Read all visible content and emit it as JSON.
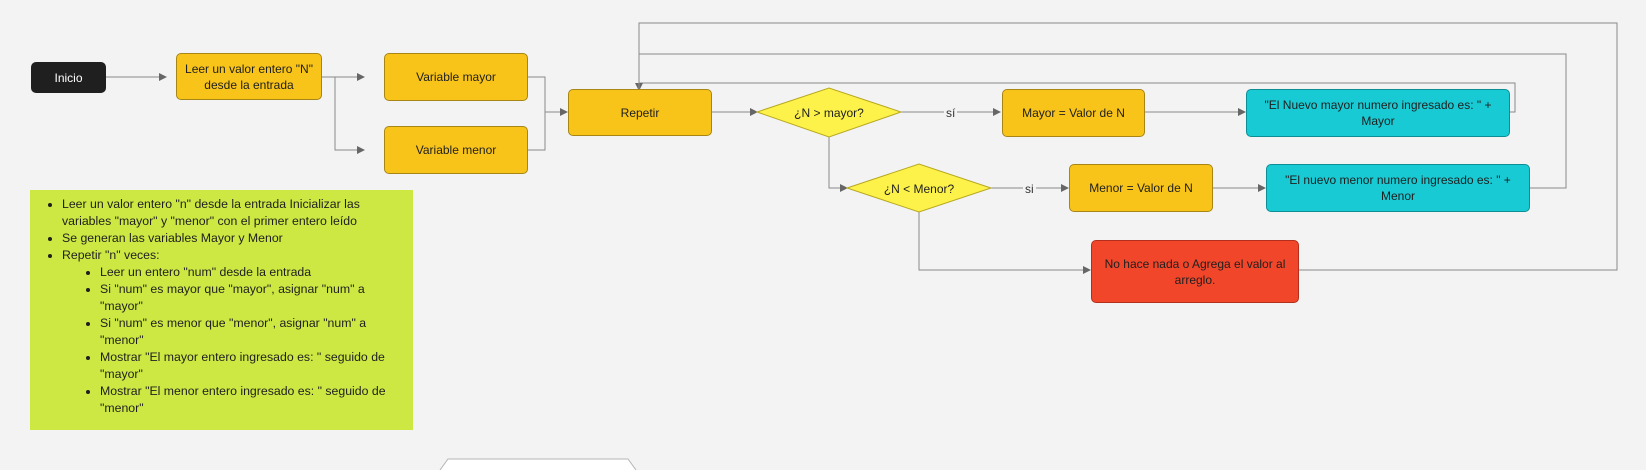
{
  "nodes": {
    "inicio": "Inicio",
    "leer": "Leer un valor entero \"N\" desde la entrada",
    "var_mayor": "Variable mayor",
    "var_menor": "Variable menor",
    "repetir": "Repetir",
    "cond_mayor": "¿N > mayor?",
    "cond_menor": "¿N < Menor?",
    "asig_mayor": "Mayor = Valor de N",
    "asig_menor": "Menor = Valor de N",
    "out_mayor": "\"El Nuevo mayor numero ingresado es: \" + Mayor",
    "out_menor": "\"El nuevo menor numero ingresado es: \" + Menor",
    "no_hace": "No hace nada o Agrega el valor al arreglo."
  },
  "edge_labels": {
    "si_mayor": "sí",
    "si_menor": "si"
  },
  "note": {
    "items": [
      "Leer un valor entero \"n\" desde la entrada Inicializar las variables \"mayor\" y \"menor\" con el primer entero leído",
      "Se generan las variables Mayor y Menor",
      "Repetir \"n\" veces:"
    ],
    "subitems": [
      "Leer un entero \"num\" desde la entrada",
      "Si \"num\" es mayor que \"mayor\", asignar \"num\" a \"mayor\"",
      "Si \"num\" es menor que \"menor\", asignar \"num\" a \"menor\"",
      "Mostrar \"El mayor entero ingresado es: \" seguido de \"mayor\"",
      "Mostrar \"El menor entero ingresado es: \" seguido de \"menor\""
    ]
  },
  "colors": {
    "background": "#f3f3f3",
    "process": "#f8c41a",
    "decision": "#fdf24a",
    "output": "#18cad3",
    "terminal": "#1f1f1f",
    "alternative": "#f1462a",
    "note": "#cde843",
    "connector": "#8a8a8a"
  }
}
